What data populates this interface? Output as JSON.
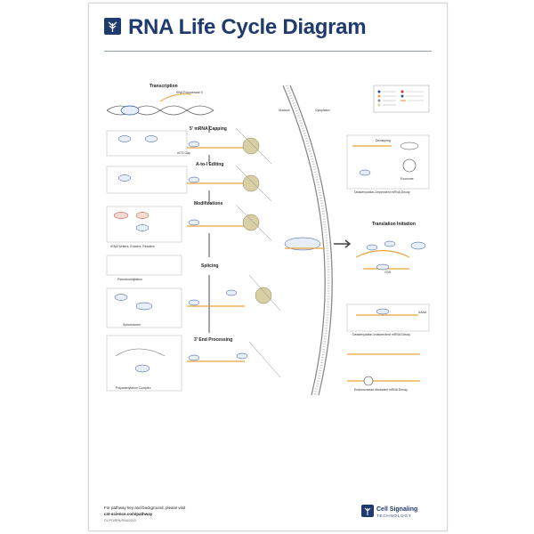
{
  "header": {
    "title": "RNA Life Cycle Diagram"
  },
  "colors": {
    "brand": "#1f3a6e",
    "rna": "#e9a43c",
    "protein_fill": "#e8eef8",
    "protein_stroke": "#2a4f8e",
    "complex": "#d8cfa4",
    "dna": "#6a6a6a"
  },
  "regions": {
    "nucleus": "Nucleus",
    "cytoplasm": "Cytoplasm"
  },
  "stages": {
    "transcription": "Transcription",
    "capping": "5' mRNA Capping",
    "editing": "A-to-I Editing",
    "modifications": "Modifications",
    "splicing": "Splicing",
    "end_processing": "3' End Processing",
    "translation": "Translation Initiation"
  },
  "panels": {
    "writers": "rRNA Writers, Erasers, Readers",
    "pseudouridylation": "Pseudouridylation",
    "spliceosome": "Spliceosome",
    "polyadenylation": "Polyadenylation Complex",
    "deadenylation": "Deadenylation-Dependent mRNA Decay",
    "independent": "Deadenylation-Independent mRNA Decay",
    "endonuclease": "Endonuclease-Mediated mRNA Decay"
  },
  "molecules": {
    "rna_pol": "RNA Polymerase II",
    "cap": "m7G Cap",
    "decapping": "Decapping",
    "exosome": "Exosome",
    "cds": "CDS",
    "polya": "AAAA"
  },
  "footer": {
    "line1": "For pathway key and background, please visit",
    "url": "cst-science.com/pathway",
    "code": "OL/PO/RPA/RNA/2023",
    "brand_name": "Cell Signaling",
    "brand_sub": "TECHNOLOGY"
  }
}
